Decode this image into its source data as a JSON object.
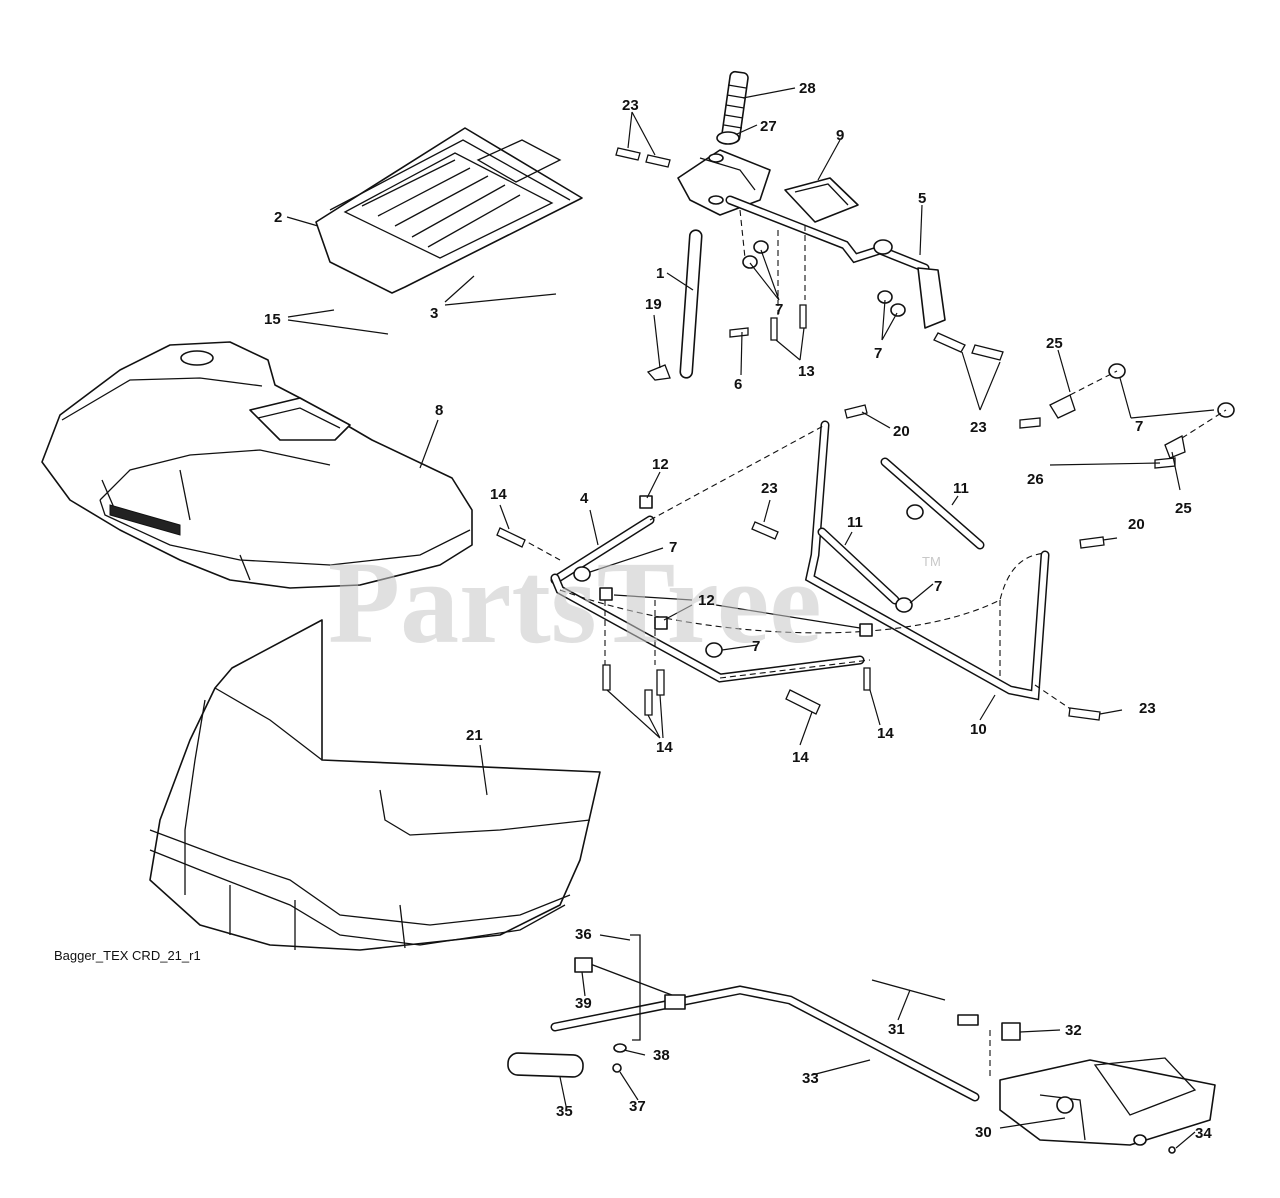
{
  "diagram": {
    "caption": "Bagger_TEX CRD_21_r1",
    "watermark": "PartsTree",
    "watermark_mark": "TM",
    "callouts": [
      {
        "id": "c28",
        "text": "28"
      },
      {
        "id": "c23a",
        "text": "23"
      },
      {
        "id": "c27",
        "text": "27"
      },
      {
        "id": "c9",
        "text": "9"
      },
      {
        "id": "c2",
        "text": "2"
      },
      {
        "id": "c5",
        "text": "5"
      },
      {
        "id": "c1",
        "text": "1"
      },
      {
        "id": "c7a",
        "text": "7"
      },
      {
        "id": "c15",
        "text": "15"
      },
      {
        "id": "c3",
        "text": "3"
      },
      {
        "id": "c19",
        "text": "19"
      },
      {
        "id": "c13",
        "text": "13"
      },
      {
        "id": "c7b",
        "text": "7"
      },
      {
        "id": "c6",
        "text": "6"
      },
      {
        "id": "c25a",
        "text": "25"
      },
      {
        "id": "c8",
        "text": "8"
      },
      {
        "id": "c23b",
        "text": "23"
      },
      {
        "id": "c7c",
        "text": "7"
      },
      {
        "id": "c20a",
        "text": "20"
      },
      {
        "id": "c12a",
        "text": "12"
      },
      {
        "id": "c26",
        "text": "26"
      },
      {
        "id": "c14a",
        "text": "14"
      },
      {
        "id": "c23c",
        "text": "23"
      },
      {
        "id": "c11a",
        "text": "11"
      },
      {
        "id": "c4",
        "text": "4"
      },
      {
        "id": "c25b",
        "text": "25"
      },
      {
        "id": "c11b",
        "text": "11"
      },
      {
        "id": "c20b",
        "text": "20"
      },
      {
        "id": "c7d",
        "text": "7"
      },
      {
        "id": "c7e",
        "text": "7"
      },
      {
        "id": "c12b",
        "text": "12"
      },
      {
        "id": "c7f",
        "text": "7"
      },
      {
        "id": "c23d",
        "text": "23"
      },
      {
        "id": "c10",
        "text": "10"
      },
      {
        "id": "c14b",
        "text": "14"
      },
      {
        "id": "c14c",
        "text": "14"
      },
      {
        "id": "c14d",
        "text": "14"
      },
      {
        "id": "c21",
        "text": "21"
      },
      {
        "id": "c36",
        "text": "36"
      },
      {
        "id": "c39",
        "text": "39"
      },
      {
        "id": "c31",
        "text": "31"
      },
      {
        "id": "c32",
        "text": "32"
      },
      {
        "id": "c38",
        "text": "38"
      },
      {
        "id": "c33",
        "text": "33"
      },
      {
        "id": "c35",
        "text": "35"
      },
      {
        "id": "c37",
        "text": "37"
      },
      {
        "id": "c30",
        "text": "30"
      },
      {
        "id": "c34",
        "text": "34"
      }
    ]
  }
}
